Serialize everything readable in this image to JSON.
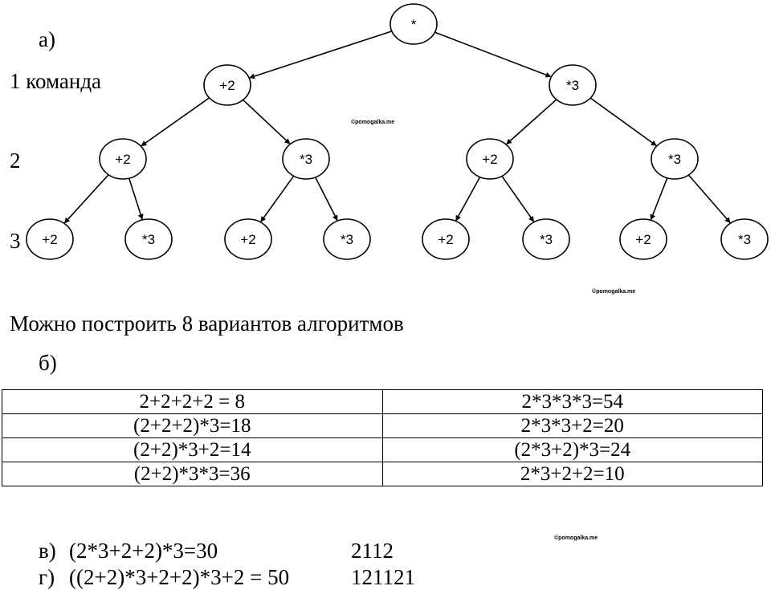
{
  "labels": {
    "part_a": "а)",
    "level1": "1 команда",
    "level2": "2",
    "level3": "3",
    "summary": "Можно построить 8 вариантов алгоритмов",
    "part_b": "б)",
    "part_v": "в)",
    "part_g": "г)"
  },
  "watermark": "©pomogalka.me",
  "tree": {
    "root": "*",
    "level1": [
      "+2",
      "*3"
    ],
    "level2": [
      "+2",
      "*3",
      "+2",
      "*3"
    ],
    "level3": [
      "+2",
      "*3",
      "+2",
      "*3",
      "+2",
      "*3",
      "+2",
      "*3"
    ]
  },
  "table": [
    [
      "2+2+2+2 = 8",
      "2*3*3*3=54"
    ],
    [
      "(2+2+2)*3=18",
      "2*3*3+2=20"
    ],
    [
      "(2+2)*3+2=14",
      "(2*3+2)*3=24"
    ],
    [
      "(2+2)*3*3=36",
      "2*3+2+2=10"
    ]
  ],
  "answers": {
    "v_expr": "(2*3+2+2)*3=30",
    "v_code": "2112",
    "g_expr": "((2+2)*3+2+2)*3+2 = 50",
    "g_code": "121121"
  }
}
